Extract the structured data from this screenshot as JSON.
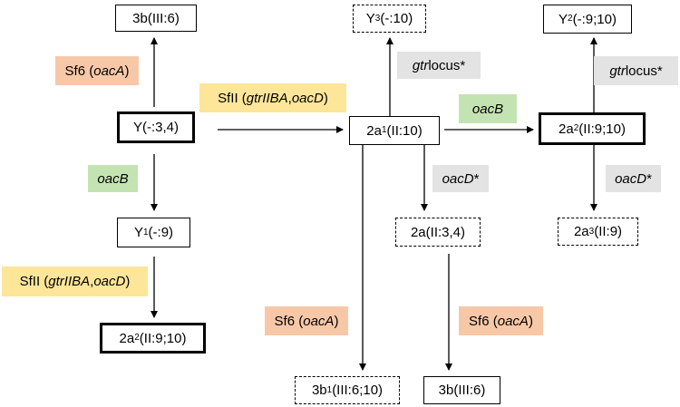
{
  "nodes": {
    "top3b": {
      "main": "3b",
      "sub": "",
      "rest": " (III:6)"
    },
    "Y": {
      "main": "Y",
      "sub": "",
      "rest": " (-:3,4)"
    },
    "Y1": {
      "main": "Y",
      "sub": "1",
      "rest": " (-:9)"
    },
    "left2a2": {
      "main": "2a",
      "sub": "2",
      "rest": " (II:9;10)"
    },
    "Y3": {
      "main": "Y",
      "sub": "3",
      "rest": " (-:10)"
    },
    "c2a1": {
      "main": "2a",
      "sub": "1",
      "rest": " (II:10)"
    },
    "c2a": {
      "main": "2a",
      "sub": "",
      "rest": " (II:3,4)"
    },
    "c3b1": {
      "main": "3b",
      "sub": "1",
      "rest": " (III:6;10)"
    },
    "c3b": {
      "main": "3b",
      "sub": "",
      "rest": " (III:6)"
    },
    "Y2": {
      "main": "Y",
      "sub": "2",
      "rest": " (-:9;10)"
    },
    "r2a2": {
      "main": "2a",
      "sub": "2",
      "rest": " (II:9;10)"
    },
    "r2a3": {
      "main": "2a",
      "sub": "3",
      "rest": " (II:9)"
    }
  },
  "edge_labels": {
    "sf6_top": {
      "a": "Sf6 (",
      "b": "oacA",
      "c": ")"
    },
    "oacB_left": {
      "a": "",
      "b": "oacB",
      "c": ""
    },
    "sfII_left": {
      "a": "SfII (",
      "b": "gtrIIBA",
      "c": ", ",
      "d": "oacD",
      "e": ")"
    },
    "sfII_center": {
      "a": "SfII (",
      "b": "gtrIIBA",
      "c": ", ",
      "d": "oacD",
      "e": ")"
    },
    "gtr_center": {
      "a": "gtr",
      "b": " locus*"
    },
    "oacD_center": {
      "a": "oacD",
      "b": "*"
    },
    "sf6_mid": {
      "a": "Sf6 (",
      "b": "oacA",
      "c": ")"
    },
    "sf6_right": {
      "a": "Sf6 (",
      "b": "oacA",
      "c": ")"
    },
    "oacB_right": {
      "a": "",
      "b": "oacB",
      "c": ""
    },
    "gtr_right": {
      "a": "gtr",
      "b": " locus*"
    },
    "oacD_right": {
      "a": "oacD",
      "b": "*"
    }
  },
  "colors": {
    "orange": "#f7c8a8",
    "yellow": "#fde69a",
    "green": "#c4e3b2",
    "gray": "#e3e3e3"
  }
}
